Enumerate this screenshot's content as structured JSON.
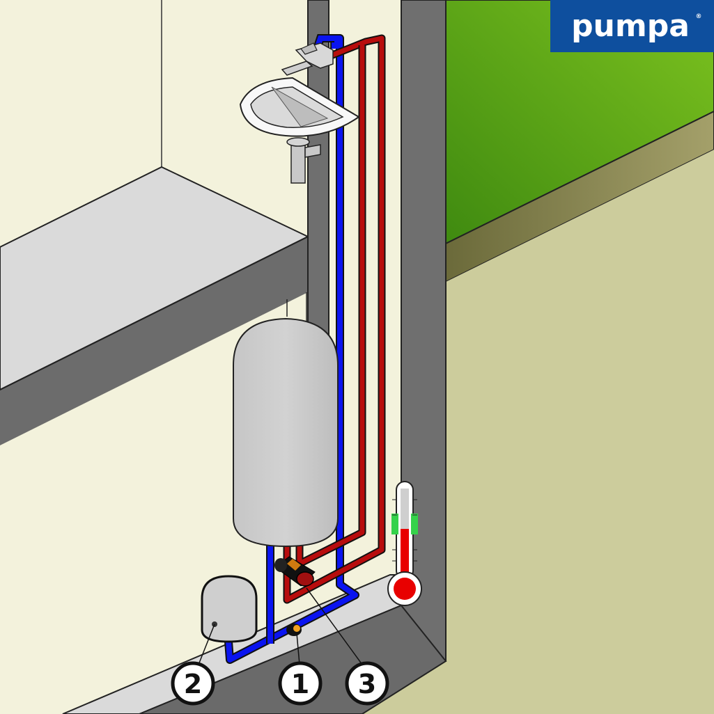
{
  "brand": {
    "name": "pumpa",
    "mark": "®",
    "color": "#0e4f9e"
  },
  "callouts": [
    {
      "id": "1",
      "label": "1"
    },
    {
      "id": "2",
      "label": "2"
    },
    {
      "id": "3",
      "label": "3"
    }
  ],
  "thermometer": {
    "level": 0.55
  },
  "colors": {
    "cold_pipe": "#0a14f0",
    "hot_pipe": "#b80d0d",
    "wall_dark": "#6f6f6f",
    "wall_light": "#f3f2dc",
    "grass": "#5ea51a",
    "ground": "#cccc9c"
  }
}
